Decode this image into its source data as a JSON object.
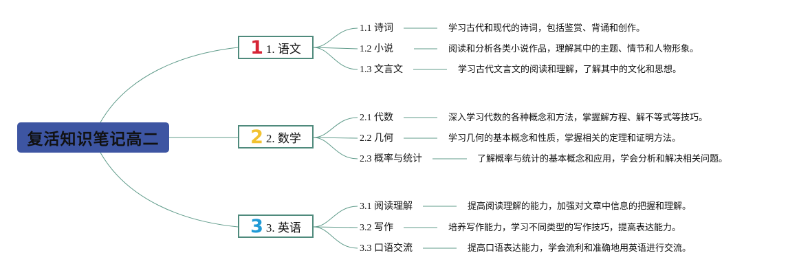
{
  "root": {
    "title": "复活知识笔记高二"
  },
  "branches": [
    {
      "number": "1",
      "label": "1. 语文",
      "badge_color": "#d62435",
      "items": [
        {
          "label": "1.1 诗词",
          "description": "学习古代和现代的诗词，包括鉴赏、背诵和创作。"
        },
        {
          "label": "1.2 小说",
          "description": "阅读和分析各类小说作品，理解其中的主题、情节和人物形象。"
        },
        {
          "label": "1.3 文言文",
          "description": "学习古代文言文的阅读和理解，了解其中的文化和思想。"
        }
      ]
    },
    {
      "number": "2",
      "label": "2. 数学",
      "badge_color": "#f2c230",
      "items": [
        {
          "label": "2.1 代数",
          "description": "深入学习代数的各种概念和方法，掌握解方程、解不等式等技巧。"
        },
        {
          "label": "2.2 几何",
          "description": "学习几何的基本概念和性质，掌握相关的定理和证明方法。"
        },
        {
          "label": "2.3 概率与统计",
          "description": "了解概率与统计的基本概念和应用，学会分析和解决相关问题。"
        }
      ]
    },
    {
      "number": "3",
      "label": "3. 英语",
      "badge_color": "#1f9ad6",
      "items": [
        {
          "label": "3.1 阅读理解",
          "description": "提高阅读理解的能力，加强对文章中信息的把握和理解。"
        },
        {
          "label": "3.2 写作",
          "description": "培养写作能力，学习不同类型的写作技巧，提高表达能力。"
        },
        {
          "label": "3.3 口语交流",
          "description": "提高口语表达能力，学会流利和准确地用英语进行交流。"
        }
      ]
    }
  ]
}
